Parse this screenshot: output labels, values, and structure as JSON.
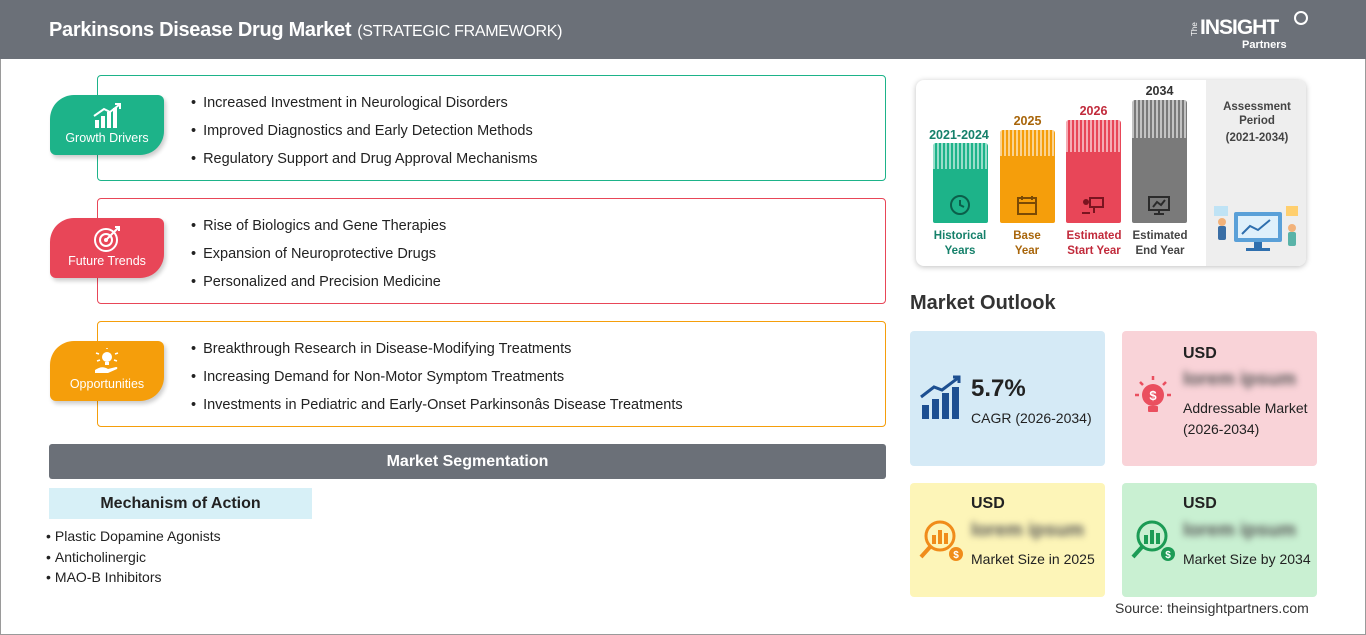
{
  "header": {
    "title": "Parkinsons Disease Drug Market",
    "subtitle": "(STRATEGIC FRAMEWORK)",
    "logo_the": "The",
    "logo_brand": "INSIGHT",
    "logo_partners": "Partners"
  },
  "categories": [
    {
      "label": "Growth Drivers",
      "icon": "growth-chart-icon",
      "color": "#1db389",
      "items": [
        "Increased Investment in Neurological Disorders",
        "Improved Diagnostics and Early Detection Methods",
        "Regulatory Support and Drug Approval Mechanisms"
      ]
    },
    {
      "label": "Future Trends",
      "icon": "target-icon",
      "color": "#e84658",
      "items": [
        "Rise of Biologics and Gene Therapies",
        "Expansion of Neuroprotective Drugs",
        "Personalized and Precision Medicine"
      ]
    },
    {
      "label": "Opportunities",
      "icon": "lightbulb-hand-icon",
      "color": "#f59e0b",
      "items": [
        "Breakthrough Research in Disease-Modifying Treatments",
        "Increasing Demand for Non-Motor Symptom Treatments",
        "Investments in Pediatric and Early-Onset Parkinsonâs Disease Treatments"
      ]
    }
  ],
  "segmentation": {
    "title": "Market Segmentation",
    "group_title": "Mechanism of Action",
    "items": [
      "Plastic Dopamine Agonists",
      "Anticholinergic",
      "MAO-B Inhibitors"
    ]
  },
  "timeline": {
    "bars": [
      {
        "year": "2021-2024",
        "caption_1": "Historical",
        "caption_2": "Years",
        "color": "#1db389",
        "year_color": "#15806a",
        "icon": "history-icon"
      },
      {
        "year": "2025",
        "caption_1": "Base",
        "caption_2": "Year",
        "color": "#f59e0b",
        "year_color": "#a8650a",
        "icon": "calendar-icon"
      },
      {
        "year": "2026",
        "caption_1": "Estimated",
        "caption_2": "Start Year",
        "color": "#e84658",
        "year_color": "#c12a3b",
        "icon": "presentation-icon"
      },
      {
        "year": "2034",
        "caption_1": "Estimated",
        "caption_2": "End Year",
        "color": "#7a7a7a",
        "year_color": "#333333",
        "icon": "monitor-chart-icon"
      }
    ],
    "assessment_line1": "Assessment",
    "assessment_line2": "Period",
    "assessment_period": "(2021-2034)"
  },
  "outlook": {
    "title": "Market Outlook",
    "cagr_value": "5.7%",
    "cagr_label": "CAGR (2026-2034)",
    "cards": [
      {
        "usd": "USD",
        "blur": "lorem ipsum",
        "desc": "Addressable Market (2026-2034)",
        "bg": "#f9d3d8"
      },
      {
        "usd": "USD",
        "blur": "lorem ipsum",
        "desc": "Market Size in 2025",
        "bg": "#fdf5b8"
      },
      {
        "usd": "USD",
        "blur": "lorem ipsum",
        "desc": "Market Size by 2034",
        "bg": "#c9f0d2"
      }
    ]
  },
  "source": "Source: theinsightpartners.com"
}
